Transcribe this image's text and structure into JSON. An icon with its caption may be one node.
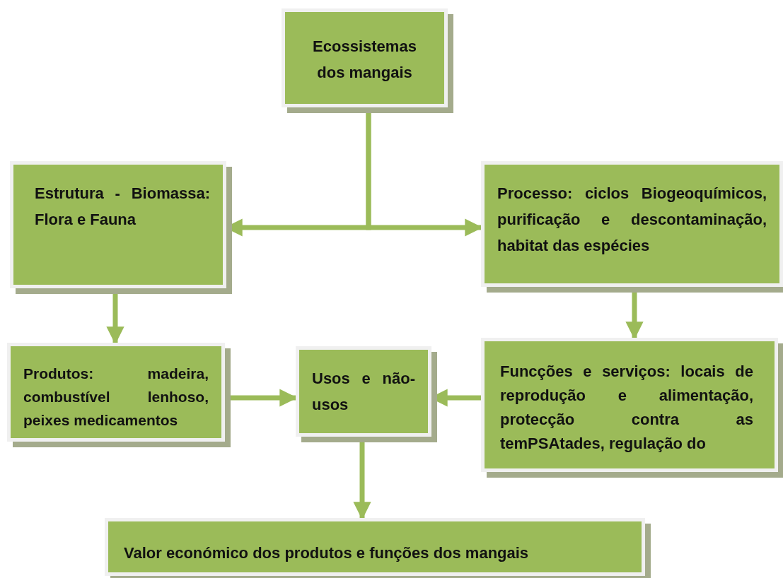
{
  "diagram": {
    "nodes": [
      {
        "text": [
          "Ecossistemas dos mangais"
        ]
      },
      {
        "text": [
          "Estrutura - Biomassa: Flora e Fauna"
        ]
      },
      {
        "text": [
          "Processo: ciclos Biogeoquímicos, purificação e descontaminação, habitat das espécies"
        ]
      },
      {
        "text": [
          "Produtos: madeira, combustível lenhoso, peixes medicamentos"
        ]
      },
      {
        "text": [
          "Usos e não-usos"
        ]
      },
      {
        "text": [
          "Funcções e serviços: locais de reprodução e alimentação, protecção contra as temPSAtades, regulação do"
        ]
      },
      {
        "text": [
          "Valor económico dos produtos e funções dos mangais"
        ]
      }
    ],
    "edges": [
      {
        "from": 0,
        "to": 1,
        "arrow": "to"
      },
      {
        "from": 0,
        "to": 2,
        "arrow": "to"
      },
      {
        "from": 1,
        "to": 3,
        "arrow": "to"
      },
      {
        "from": 2,
        "to": 5,
        "arrow": "to"
      },
      {
        "from": 3,
        "to": 4,
        "arrow": "to"
      },
      {
        "from": 5,
        "to": 4,
        "arrow": "to"
      },
      {
        "from": 4,
        "to": 6,
        "arrow": "to"
      }
    ]
  }
}
